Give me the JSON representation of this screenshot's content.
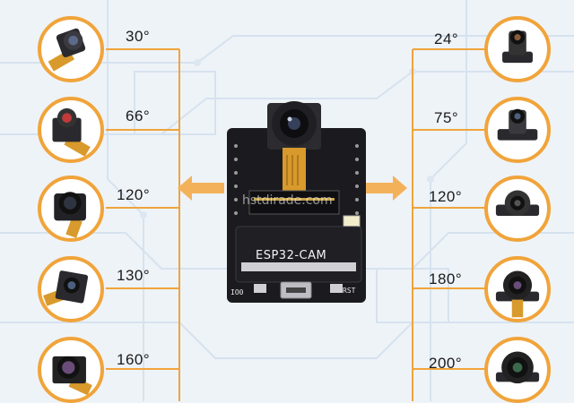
{
  "colors": {
    "accent": "#f0a43a",
    "board": "#1b1b1f",
    "background": "#eef3f8"
  },
  "left_lenses": [
    {
      "angle": "30°",
      "icon": "camera-module-30-icon"
    },
    {
      "angle": "66°",
      "icon": "camera-module-66-icon"
    },
    {
      "angle": "120°",
      "icon": "camera-module-120-icon"
    },
    {
      "angle": "130°",
      "icon": "camera-module-130-icon"
    },
    {
      "angle": "160°",
      "icon": "camera-module-160-icon"
    }
  ],
  "right_lenses": [
    {
      "angle": "24°",
      "icon": "camera-module-24-icon"
    },
    {
      "angle": "75°",
      "icon": "camera-module-75-icon"
    },
    {
      "angle": "120°",
      "icon": "camera-module-120-right-icon"
    },
    {
      "angle": "180°",
      "icon": "camera-module-180-icon"
    },
    {
      "angle": "200°",
      "icon": "camera-module-200-icon"
    }
  ],
  "board": {
    "label": "ESP32-CAM",
    "pin_left": "IO0",
    "pin_right": "RST",
    "watermark": "hstdirade.com"
  }
}
